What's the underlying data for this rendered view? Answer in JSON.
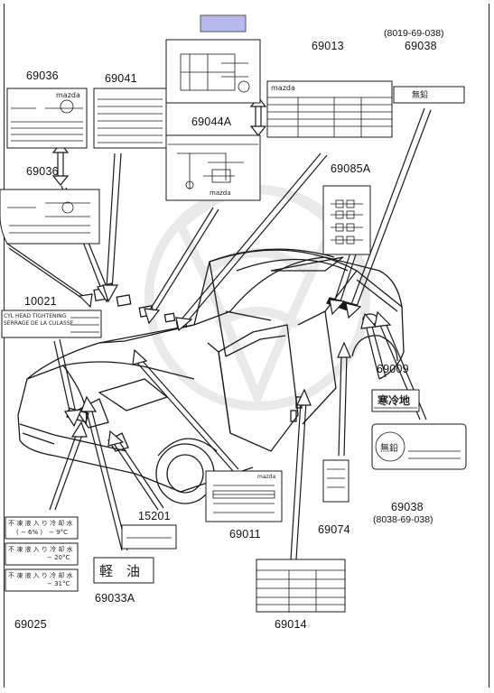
{
  "diagram": {
    "header_box_color": "#b7b9ee",
    "line_color": "#1a1a1a",
    "watermark_color": "#d8d8d8",
    "part_numbers": [
      {
        "id": "p69036a",
        "text": "69036"
      },
      {
        "id": "p69041",
        "text": "69041"
      },
      {
        "id": "p69013",
        "text": "69013"
      },
      {
        "id": "p69038a",
        "text": "69038"
      },
      {
        "id": "p69044a",
        "text": "69044A"
      },
      {
        "id": "p69036b",
        "text": "69036"
      },
      {
        "id": "p69085a",
        "text": "69085A"
      },
      {
        "id": "p10021",
        "text": "10021"
      },
      {
        "id": "p69009",
        "text": "69009"
      },
      {
        "id": "p15201",
        "text": "15201"
      },
      {
        "id": "p69011",
        "text": "69011"
      },
      {
        "id": "p69074",
        "text": "69074"
      },
      {
        "id": "p69038b",
        "text": "69038"
      },
      {
        "id": "p69033a",
        "text": "69033A"
      },
      {
        "id": "p69025",
        "text": "69025"
      },
      {
        "id": "p69014",
        "text": "69014"
      }
    ],
    "alt_numbers": {
      "top": "(8019-69-038)",
      "bottom": "(8038-69-038)"
    },
    "label_texts": {
      "mazda_top": "mazda",
      "mazda_69013": "mazda",
      "mazda_69044": "mazda",
      "mazda_69011": "mazda",
      "unleaded_small": "無鉛",
      "coolant_sign": "寒冷地",
      "light_oil": "軽　油",
      "unleaded_large": "無鉛",
      "cyl_head_line1": "CYL HEAD TIGHTENING",
      "cyl_head_line2": "SERRAGE DE LA CULASSE",
      "coolant_1": "不 凍 液 入 り 冷 却 水",
      "coolant_1_temp": "( − 6% )　− 9°C",
      "coolant_2_temp": "− 20°C",
      "coolant_3_temp": "− 31°C"
    }
  }
}
